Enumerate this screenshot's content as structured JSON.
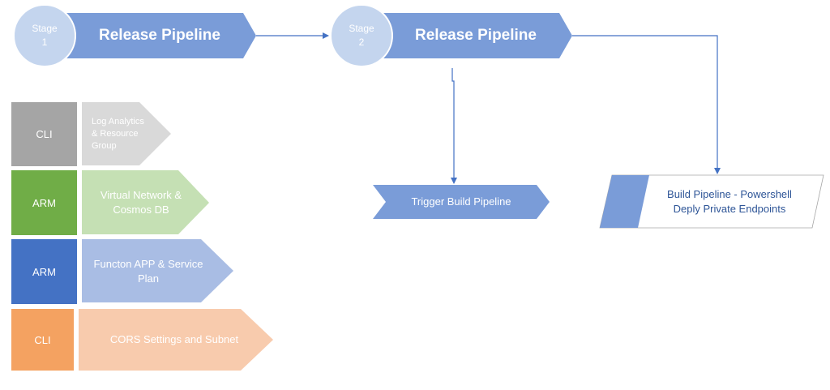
{
  "stage1": {
    "label_line1": "Stage",
    "label_line2": "1",
    "pipeline_title": "Release Pipeline"
  },
  "stage2": {
    "label_line1": "Stage",
    "label_line2": "2",
    "pipeline_title": "Release Pipeline"
  },
  "tasks": [
    {
      "tool": "CLI",
      "label": "Log Analytics & Resource Group",
      "tool_color": "#a5a5a5",
      "label_color": "#d9d9d9"
    },
    {
      "tool": "ARM",
      "label": "Virtual Network & Cosmos DB",
      "tool_color": "#70ad47",
      "label_color": "#c5e0b4"
    },
    {
      "tool": "ARM",
      "label": "Functon APP & Service Plan",
      "tool_color": "#4472c4",
      "label_color": "#a9bde4"
    },
    {
      "tool": "CLI",
      "label": "CORS Settings and Subnet",
      "tool_color": "#f4a261",
      "label_color": "#f8cbad"
    }
  ],
  "trigger": {
    "label": "Trigger Build Pipeline"
  },
  "build": {
    "line1": "Build Pipeline - Powershell",
    "line2": "Deply Private Endpoints"
  },
  "colors": {
    "pipeline": "#7a9cd8",
    "stage_circle": "#c4d5ee",
    "trigger": "#7a9cd8",
    "arrow": "#4472c4"
  }
}
